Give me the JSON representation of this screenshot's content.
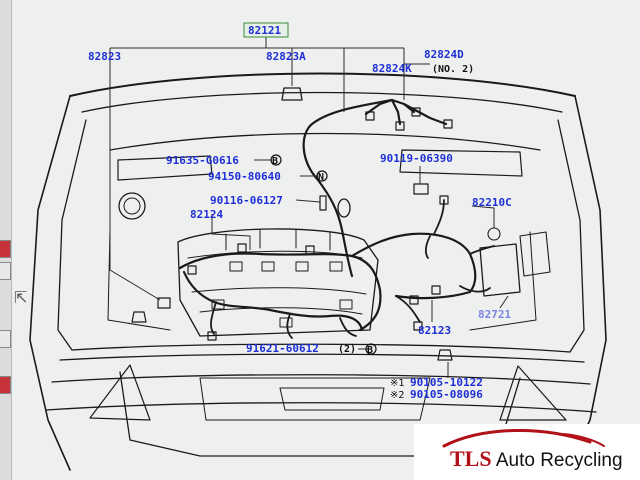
{
  "diagram": {
    "title_part": "82121",
    "parts": {
      "p82823": "82823",
      "p82823a": "82823A",
      "p82824d": "82824D",
      "p82824k": "82824K",
      "p82824k_note": "(NO. 2)",
      "p91635": "91635-G0616",
      "p94150": "94150-80640",
      "p90116": "90116-06127",
      "p82124": "82124",
      "p90119": "90119-06390",
      "p82210c": "82210C",
      "p82721": "82721",
      "p82123": "82123",
      "p91621": "91621-60612",
      "p91621_qty": "(2)",
      "p90105_1": "90105-10122",
      "p90105_2": "90105-08096",
      "mark1": "※1",
      "mark2": "※2"
    },
    "markers": {
      "b": "B",
      "n": "N"
    }
  },
  "logo": {
    "brand": "TLS",
    "tagline": "Auto Recycling",
    "accent": "#b01218"
  },
  "colors": {
    "part_number": "#1f2fd6",
    "line": "#1a1a1a",
    "background": "#eef0ef"
  }
}
